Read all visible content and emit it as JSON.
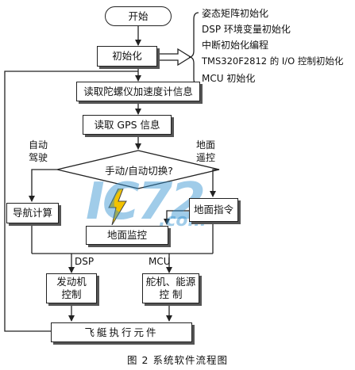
{
  "flowchart": {
    "start": "开始",
    "init": "初始化",
    "init_items": [
      "姿态矩阵初始化",
      "DSP 环境变量初始化",
      "中断初始化编程",
      "TMS320F2812 的 I/O 控制初始化",
      "MCU 初始化"
    ],
    "read_gyro": "读取陀螺仪加速度计信息",
    "read_gps": "读取 GPS 信息",
    "decision": "手动/自动切换?",
    "label_auto": "自动\n驾驶",
    "label_remote": "地面\n遥控",
    "nav": "导航计算",
    "ground_cmd": "地面指令",
    "ground_monitor": "地面监控",
    "label_dsp": "DSP",
    "label_mcu": "MCU",
    "engine": "发动机\n控制",
    "rudder": "舵机、能源\n控  制",
    "actuator": "飞艇执行元件"
  },
  "caption": "图 2 系统软件流程图",
  "watermark": {
    "main": "IC72",
    "sub": ".com",
    "color": "#2f8fd0"
  }
}
